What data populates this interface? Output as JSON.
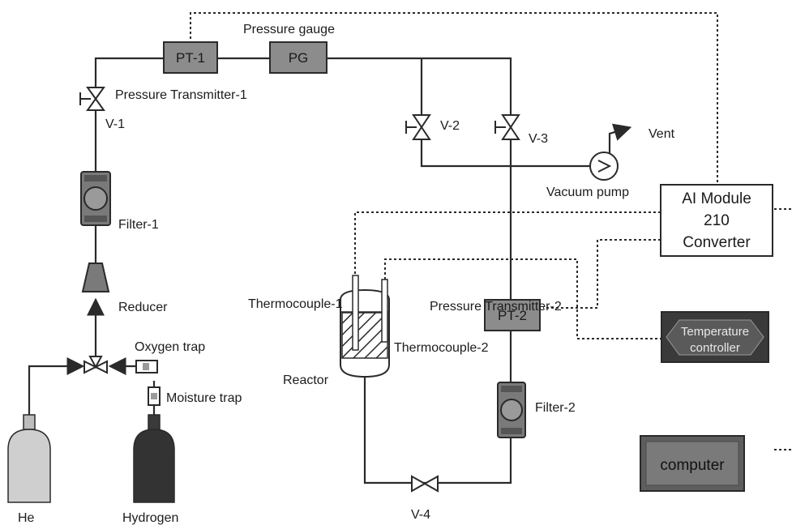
{
  "labels": {
    "pt1": "PT-1",
    "pg": "PG",
    "pressure_gauge": "Pressure gauge",
    "pressure_transmitter_1": "Pressure Transmitter-1",
    "v1": "V-1",
    "v2": "V-2",
    "v3": "V-3",
    "v4": "V-4",
    "vent": "Vent",
    "vacuum_pump": "Vacuum pump",
    "ai_module_line1": "AI Module",
    "ai_module_line2": "210",
    "ai_module_line3": "Converter",
    "filter1": "Filter-1",
    "filter2": "Filter-2",
    "reducer": "Reducer",
    "oxygen_trap": "Oxygen trap",
    "moisture_trap": "Moisture trap",
    "thermocouple1": "Thermocouple-1",
    "thermocouple2": "Thermocouple-2",
    "pressure_transmitter_2": "Pressure Transmitter-2",
    "pt2": "PT-2",
    "reactor": "Reactor",
    "temperature_line1": "Temperature",
    "temperature_line2": "controller",
    "computer": "computer",
    "he": "He",
    "hydrogen": "Hydrogen"
  },
  "icons": {
    "valve": "valve-icon",
    "filter": "filter-icon",
    "pump": "vacuum-pump-icon",
    "cylinder": "gas-cylinder-icon"
  },
  "colors": {
    "line": "#2a2a2a",
    "box_fill": "#8c8c8c",
    "dark_box": "#3a3a3a",
    "background": "#ffffff"
  }
}
